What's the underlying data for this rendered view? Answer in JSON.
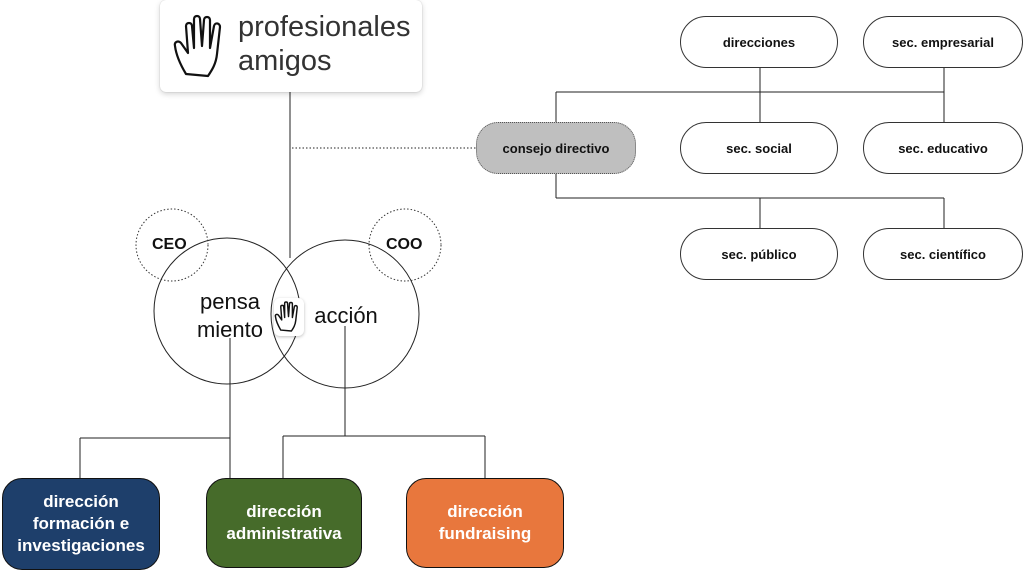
{
  "logo": {
    "line1": "profesionales",
    "line2": "amigos",
    "icon": "hand-icon"
  },
  "consejo": {
    "label": "consejo directivo"
  },
  "sectors": {
    "direcciones": "direcciones",
    "empresarial": "sec. empresarial",
    "social": "sec. social",
    "educativo": "sec. educativo",
    "publico": "sec. público",
    "cientifico": "sec. científico"
  },
  "circles": {
    "ceo": "CEO",
    "coo": "COO",
    "pensamiento_1": "pensa",
    "pensamiento_2": "miento",
    "accion": "acción"
  },
  "directions": {
    "formacion": {
      "text": "dirección formación e investigaciones",
      "line1": "dirección",
      "line2": "formación e",
      "line3": "investigaciones",
      "color": "#1e3f6b"
    },
    "administrativa": {
      "text": "dirección administrativa",
      "line1": "dirección",
      "line2": "administrativa",
      "color": "#466b2a"
    },
    "fundraising": {
      "text": "dirección fundraising",
      "line1": "dirección",
      "line2": "fundraising",
      "color": "#e8773d"
    }
  }
}
